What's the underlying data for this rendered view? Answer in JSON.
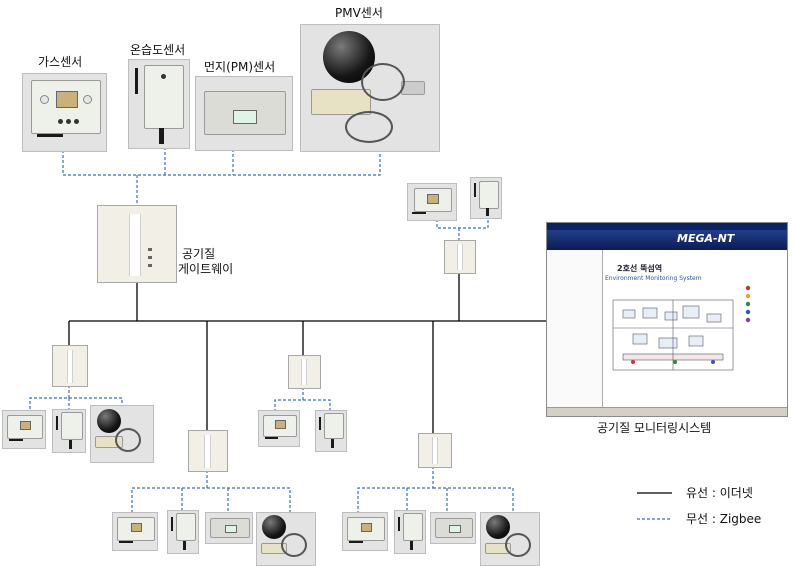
{
  "labels": {
    "gas_sensor": "가스센서",
    "temp_humidity_sensor": "온습도센서",
    "dust_sensor": "먼지(PM)센서",
    "pmv_sensor": "PMV센서",
    "gateway_line1": "공기질",
    "gateway_line2": "게이트웨이",
    "monitoring_system": "공기질 모니터링시스템"
  },
  "legend": {
    "wired": "유선 : 이더넷",
    "wireless": "무선 : Zigbee"
  },
  "monitor_screen": {
    "header": "MEGA-NT",
    "station_title": "2호선 뚝섬역",
    "subtitle": "Environment Monitoring System"
  },
  "colors": {
    "wired_line": "#000000",
    "wireless_line": "#3a6fb0",
    "monitor_header": "#1a2f78"
  }
}
